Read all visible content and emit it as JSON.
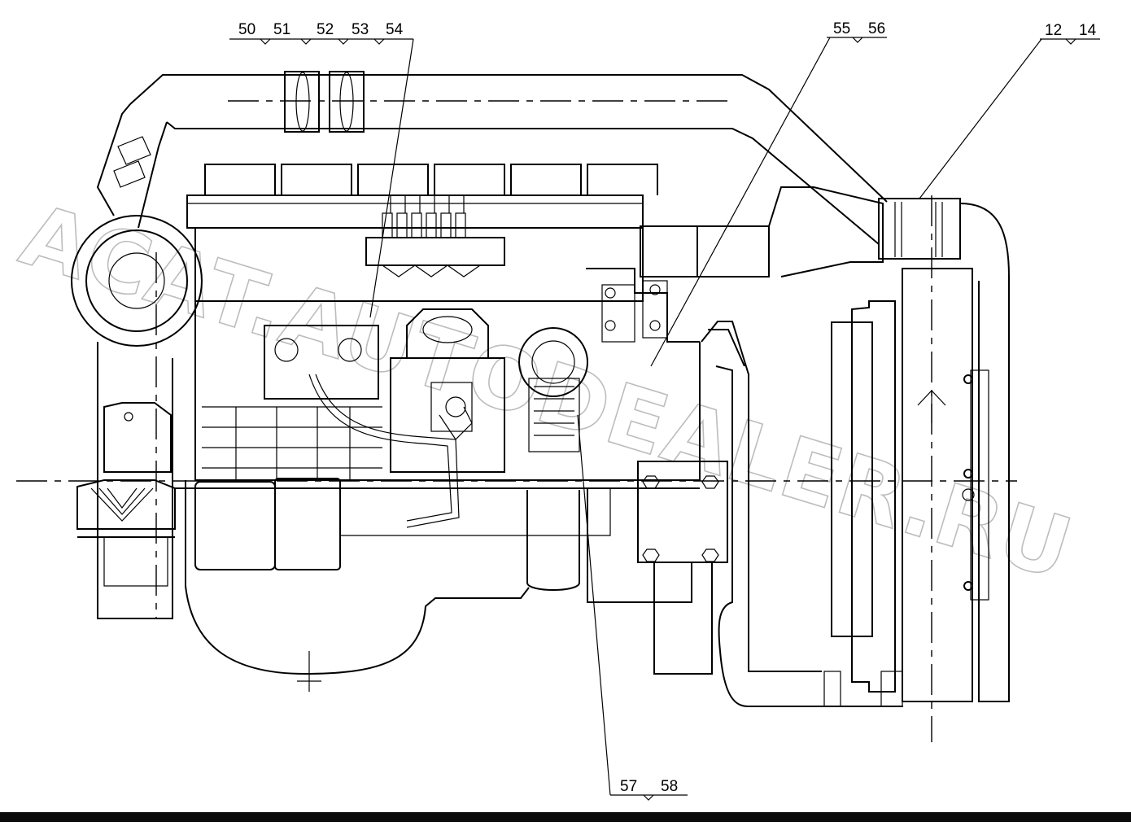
{
  "diagram": {
    "callouts": [
      {
        "id": "c50",
        "label": "50"
      },
      {
        "id": "c51",
        "label": "51"
      },
      {
        "id": "c52",
        "label": "52"
      },
      {
        "id": "c53",
        "label": "53"
      },
      {
        "id": "c54",
        "label": "54"
      },
      {
        "id": "c55",
        "label": "55"
      },
      {
        "id": "c56",
        "label": "56"
      },
      {
        "id": "c12",
        "label": "12"
      },
      {
        "id": "c14",
        "label": "14"
      },
      {
        "id": "c57",
        "label": "57"
      },
      {
        "id": "c58",
        "label": "58"
      }
    ],
    "watermark": "ACAT.AUTODEALER.RU"
  }
}
